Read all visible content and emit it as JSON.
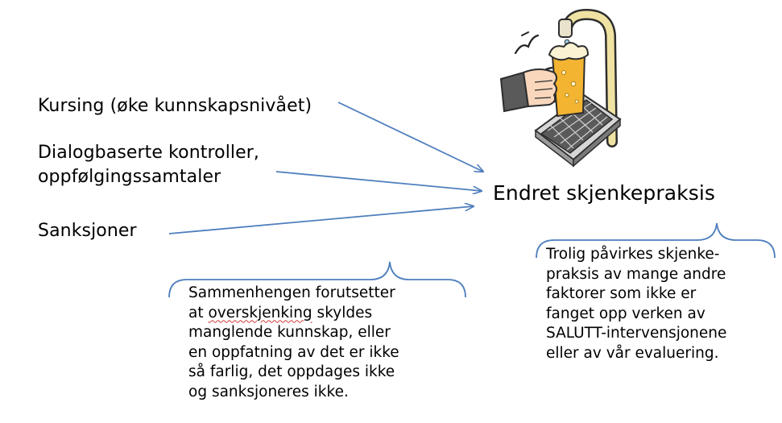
{
  "diagram": {
    "sources": [
      {
        "id": "kursing",
        "lines": [
          "Kursing (øke kunnskapsnivået)"
        ]
      },
      {
        "id": "dialog",
        "lines": [
          "Dialogbaserte kontroller,",
          "oppfølgingssamtaler"
        ]
      },
      {
        "id": "sanksjoner",
        "lines": [
          "Sanksjoner"
        ]
      }
    ],
    "target": {
      "label": "Endret skjenkepraksis"
    },
    "notes": {
      "left": {
        "lines": [
          "Sammenhengen forutsetter",
          "at overskjenking skyldes",
          "manglende kunnskap, eller",
          "en oppfatning av det er ikke",
          "så farlig, det oppdages ikke",
          "og sanksjoneres ikke."
        ],
        "line2_prefix": "at ",
        "line2_flagged_word": "overskjenking",
        "line2_suffix": " skyldes"
      },
      "right": {
        "lines": [
          "Trolig påvirkes skjenke-",
          "praksis av mange andre",
          "faktorer som ikke er",
          "fanget opp verken av",
          "SALUTT-intervensjonene",
          "eller av vår evaluering."
        ]
      }
    },
    "colors": {
      "arrow": "#4f7fbd",
      "brace": "#4f7fbd",
      "spellcheck": "#d23c3c"
    },
    "illustration": {
      "icon": "beer-tap-clipart-icon"
    }
  }
}
